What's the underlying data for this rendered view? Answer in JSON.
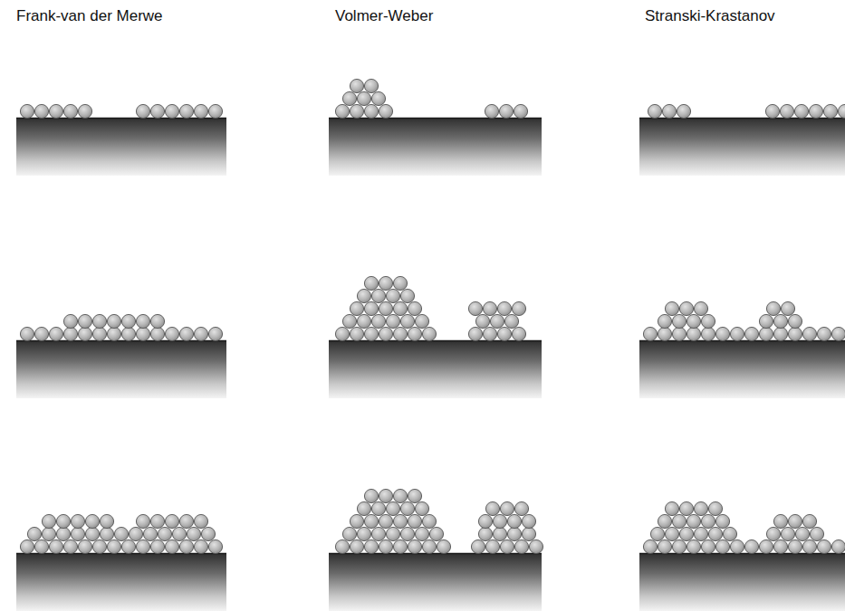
{
  "diagram": {
    "labels": [
      "Frank-van der Merwe",
      "Volmer-Weber",
      "Stranski-Krastanov"
    ]
  }
}
